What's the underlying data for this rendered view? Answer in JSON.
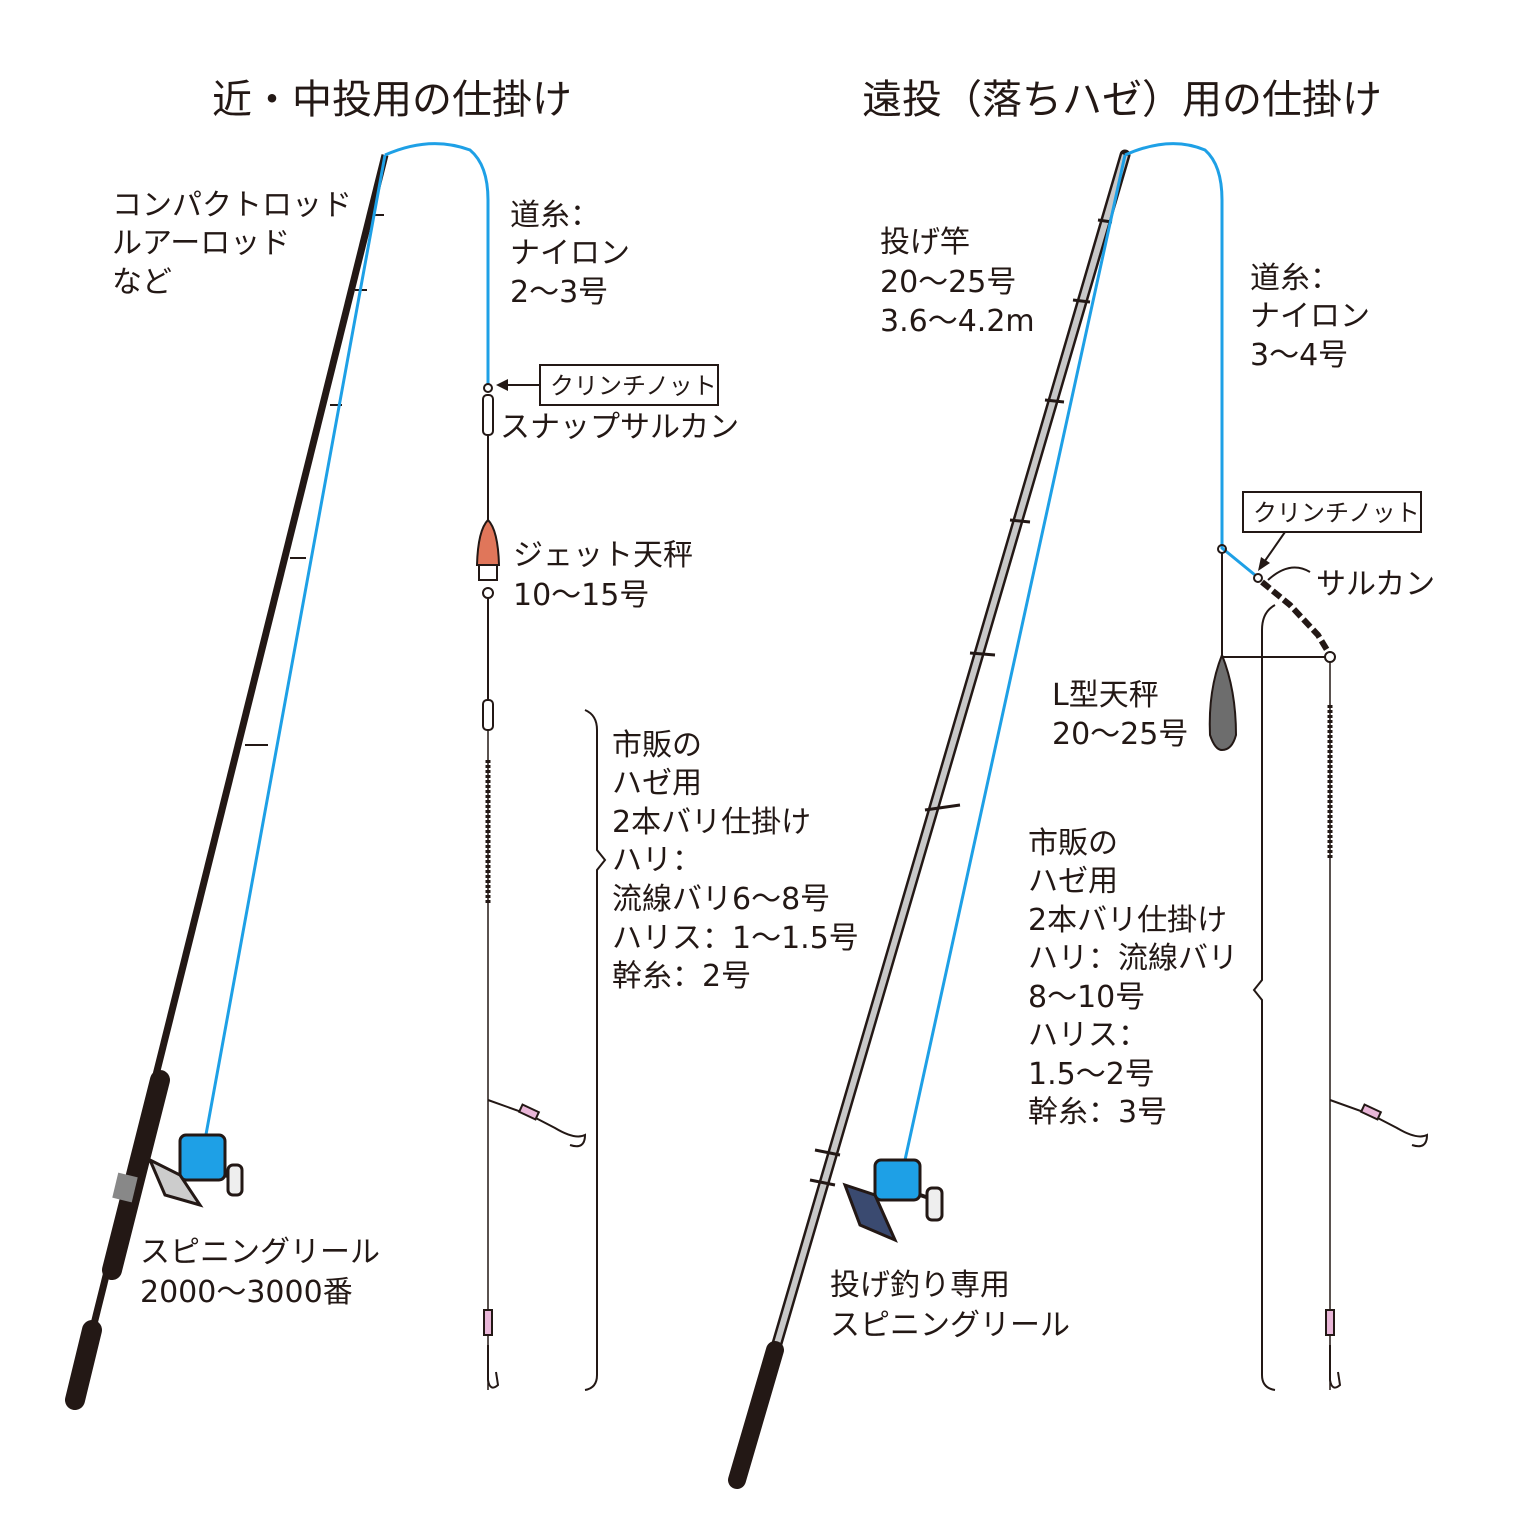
{
  "left": {
    "title": "近・中投用の仕掛け",
    "rod_label": [
      "コンパクトロッド",
      "ルアーロッド",
      "など"
    ],
    "line_label": [
      "道糸：",
      "ナイロン",
      " 2～3号"
    ],
    "knot_label": "クリンチノット",
    "swivel_label": "スナップサルカン",
    "sinker_label": [
      "ジェット天秤",
      "10～15号"
    ],
    "rig_label": [
      "市販の",
      "ハゼ用",
      " 2本バリ仕掛け",
      "ハリ：",
      "流線バリ6～8号",
      "ハリス：1～1.5号",
      "幹糸：2号"
    ],
    "reel_label": [
      "スピニングリール",
      "2000～3000番"
    ]
  },
  "right": {
    "title": "遠投（落ちハゼ）用の仕掛け",
    "rod_label": [
      "投げ竿",
      "20～25号",
      "3.6～4.2m"
    ],
    "line_label": [
      "道糸：",
      "ナイロン",
      " 3～4号"
    ],
    "knot_label": "クリンチノット",
    "swivel_label": "サルカン",
    "sinker_label": [
      "L型天秤",
      "20～25号"
    ],
    "rig_label": [
      "市販の",
      "ハゼ用",
      " 2本バリ仕掛け",
      "ハリ：流線バリ",
      " 8～10号",
      "ハリス：",
      "1.5～2号",
      "幹糸：3号"
    ],
    "reel_label": [
      "投げ釣り専用",
      "スピニングリール"
    ]
  },
  "colors": {
    "line": "#1ea0e6",
    "jet_sinker": "#e0765a",
    "l_sinker": "#6d6d6d",
    "rod_left": "#231815",
    "rod_right": "#c8c8c8"
  }
}
